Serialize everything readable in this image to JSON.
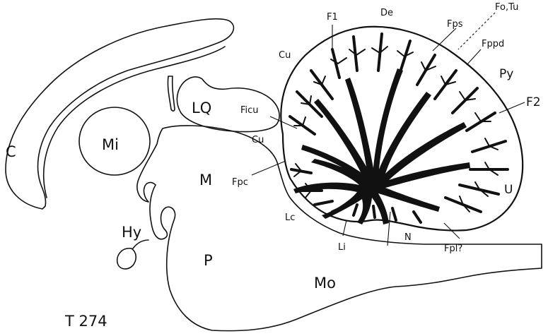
{
  "specimen_id": "T 274",
  "labels": {
    "c": "C",
    "mi": "Mi",
    "lq": "LQ",
    "ficu": "Ficu",
    "cu_upper": "Cu",
    "cu_lower": "Cu",
    "m": "M",
    "fpc": "Fpc",
    "hy": "Hy",
    "p": "P",
    "mo": "Mo",
    "lc": "Lc",
    "li": "Li",
    "n": "N",
    "fpl": "Fpl?",
    "u": "U",
    "f2": "F2",
    "py": "Py",
    "fppd": "Fppd",
    "fps": "Fps",
    "fo_tu": "Fo,Tu",
    "de": "De",
    "f1": "F1"
  },
  "colors": {
    "ink": "#111111",
    "paper": "#ffffff"
  }
}
